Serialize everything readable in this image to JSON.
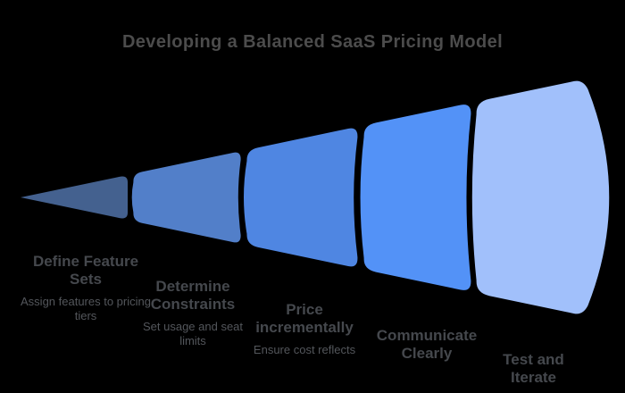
{
  "title": "Developing a Balanced SaaS Pricing Model",
  "colors": {
    "background": "#000000",
    "title_text": "#4c4c4c",
    "stage_title_text": "#45484d",
    "stage_subtitle_text": "#53565b"
  },
  "funnel": {
    "type": "horizontal-funnel",
    "direction": "narrow-left-to-wide-right",
    "stages": [
      {
        "label": "Define Feature Sets",
        "subtitle": "Assign features to pricing tiers",
        "color": "#44618f"
      },
      {
        "label": "Determine Constraints",
        "subtitle": "Set usage and seat limits",
        "color": "#527fc9"
      },
      {
        "label": "Price incrementally",
        "subtitle": "Ensure cost reflects",
        "color": "#4f86e2"
      },
      {
        "label": "Communicate Clearly",
        "subtitle": "",
        "color": "#5392f7"
      },
      {
        "label": "Test and Iterate",
        "subtitle": "",
        "color": "#a1c0fb"
      }
    ]
  }
}
